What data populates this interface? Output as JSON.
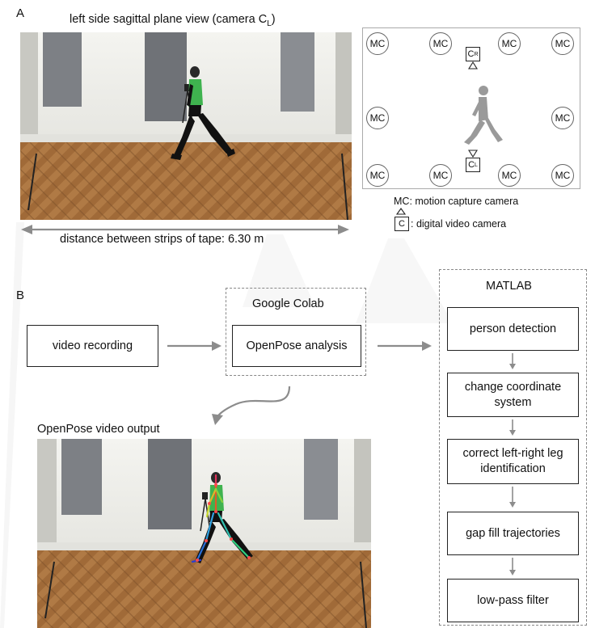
{
  "panel_a": {
    "letter": "A",
    "photo_title_main": "left side sagittal plane view (camera C",
    "photo_title_sub": "L",
    "photo_title_end": ")",
    "distance_label": "distance between strips of tape: 6.30 m",
    "layout": {
      "mc_label": "MC",
      "cam_letter": "C",
      "cam_r_sub": "R",
      "cam_l_sub": "L",
      "legend_mc": "MC: motion capture camera",
      "legend_cam_symbol": "C",
      "legend_cam": ": digital video camera"
    }
  },
  "panel_b": {
    "letter": "B",
    "video_recording": "video recording",
    "google_colab": "Google Colab",
    "openpose_analysis": "OpenPose analysis",
    "openpose_output": "OpenPose video output",
    "matlab": "MATLAB",
    "steps": [
      "person detection",
      "change coordinate system",
      "correct left-right leg identification",
      "gap fill trajectories",
      "low-pass filter"
    ]
  },
  "colors": {
    "arrow": "#8c8c8c",
    "dashed_border": "#888888",
    "floor": "#b07a45",
    "wall": "#eeeeea",
    "shirt": "#3fb34f",
    "figure": "#9a9a9a"
  }
}
